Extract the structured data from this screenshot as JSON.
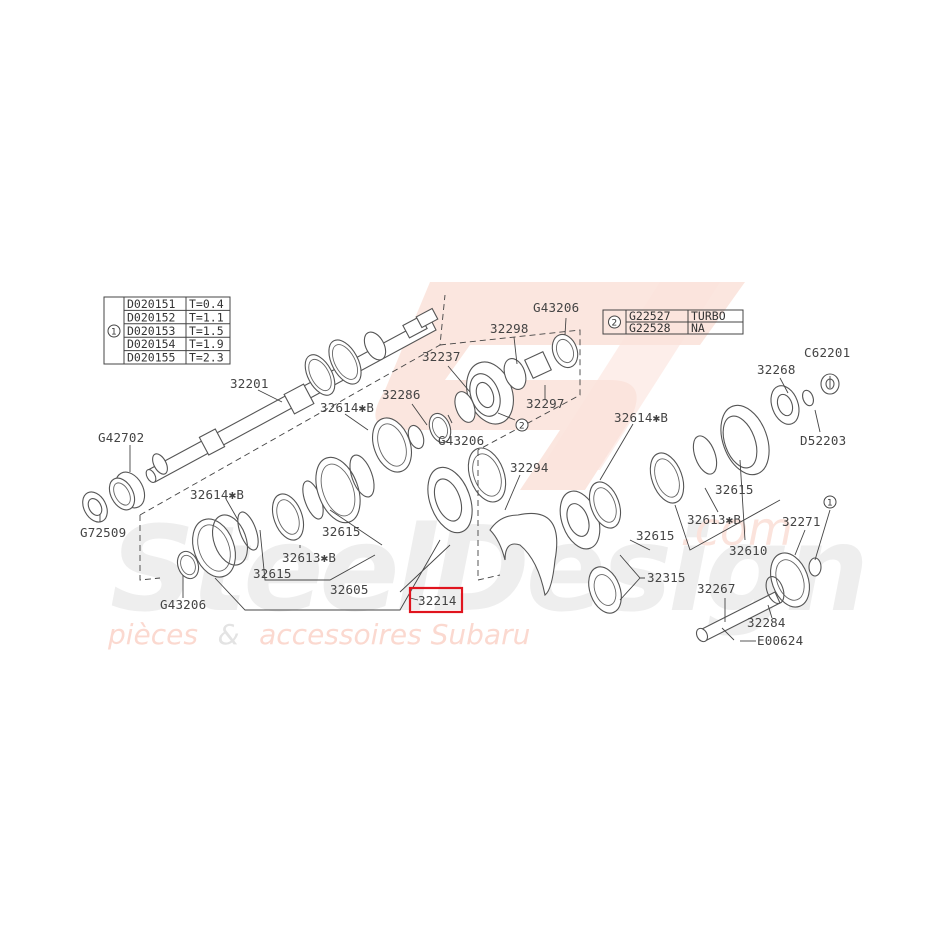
{
  "watermark": {
    "brand_text": "SteelDesign",
    "domain_suffix": ".com",
    "tagline_part1": "pièces",
    "tagline_amp": "&",
    "tagline_part2": "accessoires Subaru",
    "colors": {
      "red": "#fbe3dc",
      "grey": "#efefef"
    }
  },
  "shim_table": {
    "ref_marker": "1",
    "rows": [
      {
        "part": "D020151",
        "spec": "T=0.4"
      },
      {
        "part": "D020152",
        "spec": "T=1.1"
      },
      {
        "part": "D020153",
        "spec": "T=1.5"
      },
      {
        "part": "D020154",
        "spec": "T=1.9"
      },
      {
        "part": "D020155",
        "spec": "T=2.3"
      }
    ]
  },
  "bearing_table": {
    "ref_marker": "2",
    "rows": [
      {
        "part": "G22527",
        "spec": "TURBO"
      },
      {
        "part": "G22528",
        "spec": "NA"
      }
    ]
  },
  "highlighted_part": {
    "label": "32214",
    "color": "#e0141e"
  },
  "callouts": [
    {
      "id": "c32201",
      "label": "32201"
    },
    {
      "id": "cG42702",
      "label": "G42702"
    },
    {
      "id": "cG72509",
      "label": "G72509"
    },
    {
      "id": "c32614b_left",
      "label": "32614✱B"
    },
    {
      "id": "cG43206_left",
      "label": "G43206"
    },
    {
      "id": "c32615_a",
      "label": "32615"
    },
    {
      "id": "c32615_b",
      "label": "32615"
    },
    {
      "id": "c32613b_left",
      "label": "32613✱B"
    },
    {
      "id": "c32605",
      "label": "32605"
    },
    {
      "id": "c32614b_mid",
      "label": "32614✱B"
    },
    {
      "id": "c32286",
      "label": "32286"
    },
    {
      "id": "c32237",
      "label": "32237"
    },
    {
      "id": "cG43206_mid",
      "label": "G43206"
    },
    {
      "id": "c32298",
      "label": "32298"
    },
    {
      "id": "cG43206_top",
      "label": "G43206"
    },
    {
      "id": "c32297",
      "label": "32297"
    },
    {
      "id": "c2_marker",
      "label": "2"
    },
    {
      "id": "c32294",
      "label": "32294"
    },
    {
      "id": "c32614b_right",
      "label": "32614✱B"
    },
    {
      "id": "c32268",
      "label": "32268"
    },
    {
      "id": "cC62201",
      "label": "C62201"
    },
    {
      "id": "cD52203",
      "label": "D52203"
    },
    {
      "id": "c32615_c",
      "label": "32615"
    },
    {
      "id": "c32615_d",
      "label": "32615"
    },
    {
      "id": "c32613b_right",
      "label": "32613✱B"
    },
    {
      "id": "c32610",
      "label": "32610"
    },
    {
      "id": "c32271",
      "label": "32271"
    },
    {
      "id": "c1_marker",
      "label": "1"
    },
    {
      "id": "c32315",
      "label": "32315"
    },
    {
      "id": "c32267",
      "label": "32267"
    },
    {
      "id": "c32284",
      "label": "32284"
    },
    {
      "id": "cE00624",
      "label": "E00624"
    }
  ],
  "labels": {
    "32201": "32201",
    "G42702": "G42702",
    "G72509": "G72509",
    "32614B": "32614✱B",
    "G43206": "G43206",
    "32615": "32615",
    "32613B": "32613✱B",
    "32605": "32605",
    "32286": "32286",
    "32237": "32237",
    "32298": "32298",
    "32297": "32297",
    "32294": "32294",
    "32268": "32268",
    "C62201": "C62201",
    "D52203": "D52203",
    "32610": "32610",
    "32271": "32271",
    "32315": "32315",
    "32267": "32267",
    "32284": "32284",
    "E00624": "E00624",
    "32214": "32214",
    "m1": "1",
    "m2": "2"
  }
}
